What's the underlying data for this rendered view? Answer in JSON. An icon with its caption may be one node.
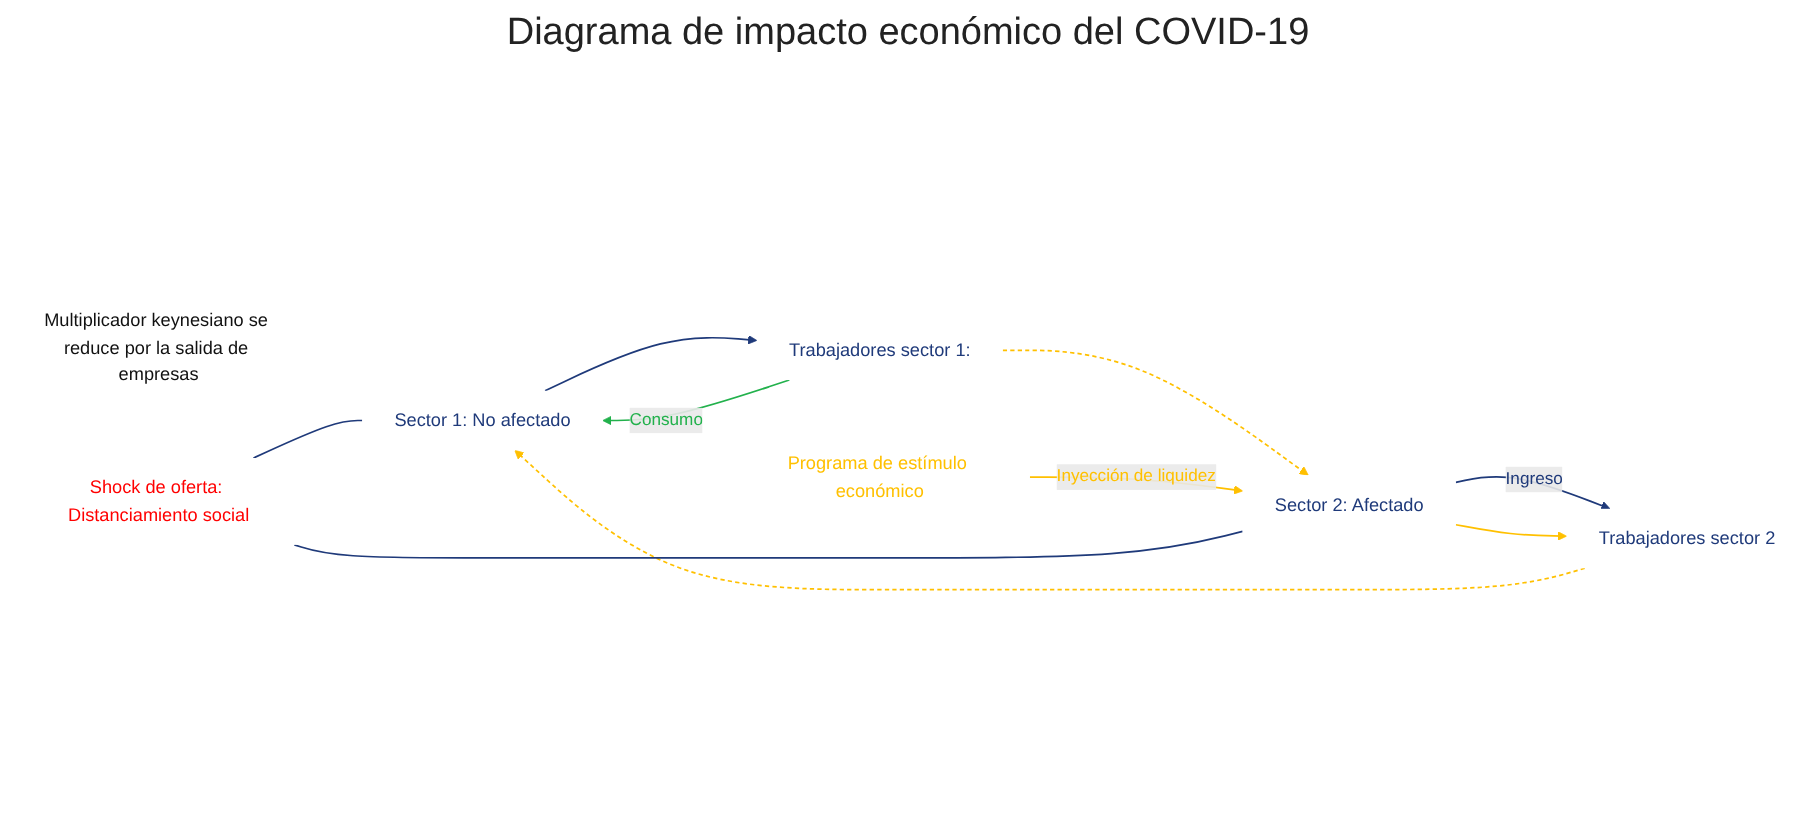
{
  "diagram": {
    "title": "Diagrama de impacto económico del COVID-19",
    "nodes": [
      {
        "text": [
          "Sector 1: No afectado"
        ]
      },
      {
        "text": [
          "Trabajadores sector 1:"
        ]
      },
      {
        "text": [
          "Multiplicador keynesiano se reduce por la salida de empresas"
        ]
      },
      {
        "text": [
          "Shock de oferta: Distanciamiento social"
        ]
      },
      {
        "text": [
          "Programa de estímulo económico"
        ]
      },
      {
        "text": [
          "Sector 2: Afectado"
        ]
      },
      {
        "text": [
          "Trabajadores sector 2"
        ]
      }
    ],
    "edges": [
      {
        "from": 0,
        "to": 1,
        "arrow": "to",
        "color": "#1f3a7a"
      },
      {
        "from": 1,
        "to": 0,
        "arrow": "to",
        "label": "Consumo",
        "color": "#22b14c"
      },
      {
        "from": 6,
        "to": 0,
        "arrow": "to",
        "style": "dashed",
        "color": "#ffc000"
      },
      {
        "from": 1,
        "to": 5,
        "arrow": "to",
        "style": "dashed",
        "color": "#ffc000"
      },
      {
        "from": 4,
        "to": 5,
        "arrow": "to",
        "label": "Inyección de liquidez",
        "color": "#ffc000"
      },
      {
        "from": 5,
        "to": 6,
        "arrow": "to",
        "label": "Ingreso",
        "color": "#1f3a7a"
      },
      {
        "from": 5,
        "to": 6,
        "arrow": "to",
        "color": "#ffc000"
      },
      {
        "from": 3,
        "to": 0,
        "arrow": "none",
        "color": "#1f3a7a"
      },
      {
        "from": 3,
        "to": 5,
        "arrow": "none",
        "color": "#1f3a7a"
      }
    ]
  }
}
